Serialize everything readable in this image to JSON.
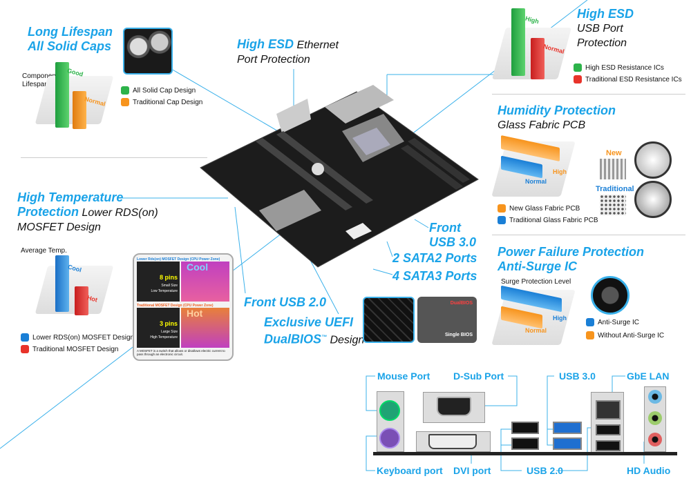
{
  "caps": {
    "title1": "Long Lifespan",
    "title2": "All Solid Caps",
    "ylabel1": "Component",
    "ylabel2": "Lifespan",
    "bar1": "Good",
    "bar2": "Normal",
    "legend": [
      "All Solid Cap Design",
      "Traditional Cap Design"
    ],
    "values": {
      "good": 1.0,
      "normal": 0.55
    }
  },
  "ethernet": {
    "hl": "High ESD",
    "t1": "Ethernet",
    "t2": "Port Protection"
  },
  "usbesd": {
    "hl": "High ESD",
    "t1": "USB Port",
    "t2": "Protection",
    "bar1": "High",
    "bar2": "Normal",
    "legend": [
      "High ESD Resistance ICs",
      "Traditional ESD Resistance ICs"
    ]
  },
  "humidity": {
    "title": "Humidity Protection",
    "sub": "Glass Fabric PCB",
    "bar1": "High",
    "bar2": "Normal",
    "new": "New",
    "trad": "Traditional",
    "legend": [
      "New Glass Fabric PCB",
      "Traditional Glass Fabric PCB"
    ]
  },
  "surge": {
    "title1": "Power Failure Protection",
    "title2": "Anti-Surge IC",
    "ylabel": "Surge Protection Level",
    "bar1": "High",
    "bar2": "Normal",
    "legend": [
      "Anti-Surge IC",
      "Without Anti-Surge IC"
    ]
  },
  "mosfet": {
    "t1": "High Temperature",
    "t2": "Protection",
    "t2b": "Lower RDS(on)",
    "t3": "MOSFET Design",
    "ylabel": "Average Temp.",
    "bar1": "Cool",
    "bar2": "Hot",
    "legend": [
      "Lower RDS(on) MOSFET Design",
      "Traditional MOSFET Design"
    ],
    "img": {
      "h1": "Lower Rds(on) MOSFET Design",
      "h1b": "(CPU Power Zone)",
      "cool": "Cool",
      "pins8": "8 pins",
      "small": "Small Size",
      "lowt": "Low Temperature",
      "h2": "Traditional MOSFET Design",
      "h2b": "(CPU Power Zone)",
      "hot": "Hot",
      "pins3": "3 pins",
      "large": "Large Size",
      "hight": "High Temperature",
      "note": "A MOSFET is a switch that allows or disallows electric current to pass through an electronic circuit."
    }
  },
  "center": {
    "fusb3a": "Front",
    "fusb3b": "USB 3.0",
    "sata2": "2 SATA2 Ports",
    "sata3": "4 SATA3 Ports",
    "fusb2": "Front USB 2.0",
    "bios1": "Exclusive UEFI",
    "bios2": "DualBIOS",
    "tm": "™",
    "bios3": "Design",
    "dualbios": "DualBIOS",
    "single": "Single BIOS"
  },
  "io": {
    "mouse": "Mouse Port",
    "dsub": "D-Sub Port",
    "usb3": "USB 3.0",
    "lan": "GbE LAN",
    "keyboard": "Keyboard port",
    "dvi": "DVI port",
    "usb2": "USB 2.0",
    "audio": "HD Audio"
  },
  "colors": {
    "blue": "#1aa3e8",
    "green": "#2db34a",
    "orange": "#f7941d",
    "red": "#e8332a",
    "bblue": "#1a7fd6"
  }
}
